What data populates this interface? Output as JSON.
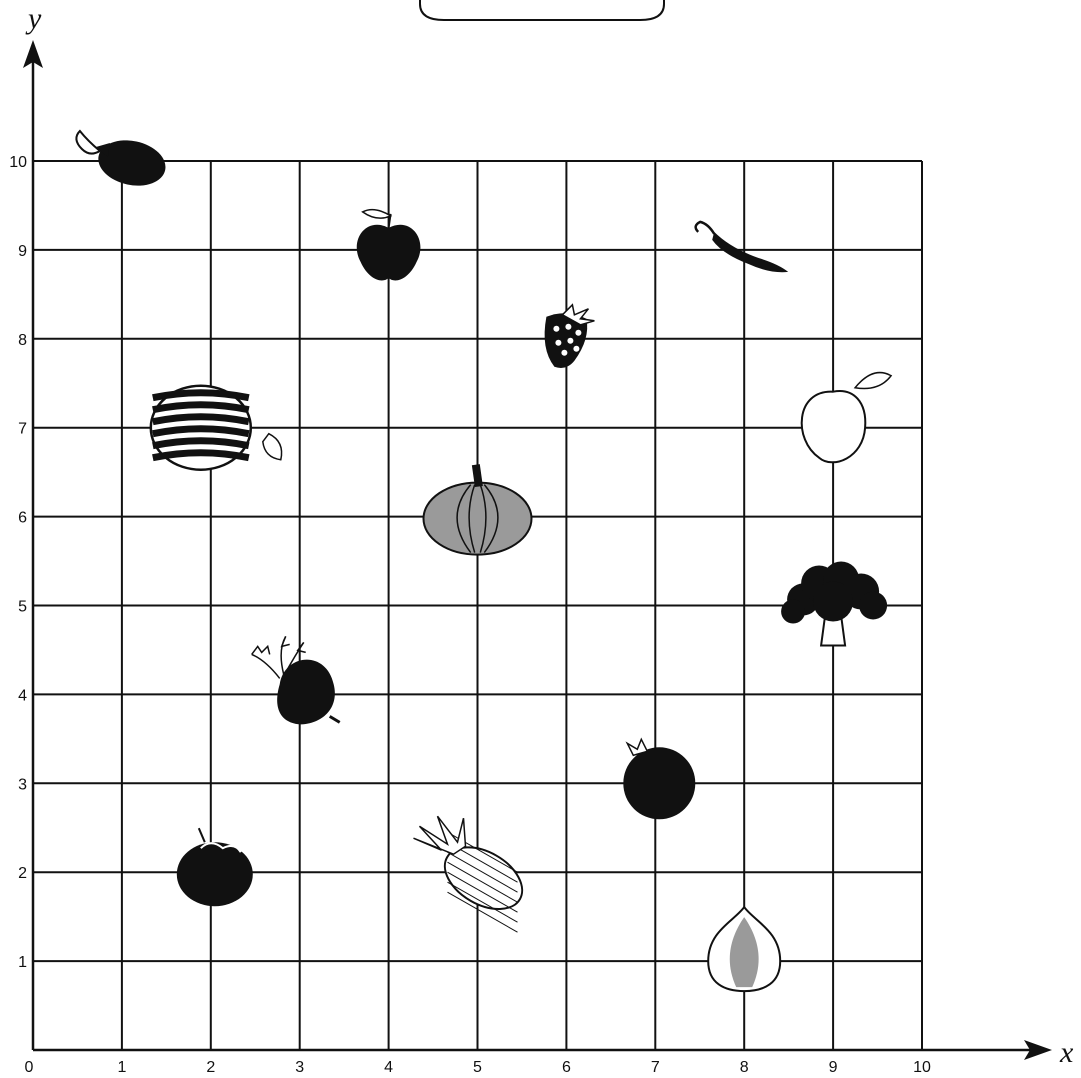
{
  "banner": {
    "text": ""
  },
  "axes": {
    "x_name": "x",
    "y_name": "y",
    "x_ticks": [
      "0",
      "1",
      "2",
      "3",
      "4",
      "5",
      "6",
      "7",
      "8",
      "9",
      "10"
    ],
    "y_ticks": [
      "1",
      "2",
      "3",
      "4",
      "5",
      "6",
      "7",
      "8",
      "9",
      "10"
    ]
  },
  "chart_data": {
    "type": "scatter",
    "title": "",
    "xlabel": "x",
    "ylabel": "y",
    "xlim": [
      0,
      10
    ],
    "ylim": [
      0,
      10
    ],
    "grid": true,
    "points": [
      {
        "item": "eggplant",
        "x": 1,
        "y": 10
      },
      {
        "item": "apple",
        "x": 4,
        "y": 9
      },
      {
        "item": "chili",
        "x": 8,
        "y": 9
      },
      {
        "item": "strawberry",
        "x": 6,
        "y": 8
      },
      {
        "item": "watermelon",
        "x": 2,
        "y": 7
      },
      {
        "item": "mango",
        "x": 9,
        "y": 7
      },
      {
        "item": "pumpkin",
        "x": 5,
        "y": 6
      },
      {
        "item": "broccoli",
        "x": 9,
        "y": 5
      },
      {
        "item": "beetroot",
        "x": 3,
        "y": 4
      },
      {
        "item": "pomegranate",
        "x": 7,
        "y": 3
      },
      {
        "item": "tomato",
        "x": 2,
        "y": 2
      },
      {
        "item": "pineapple",
        "x": 5,
        "y": 2
      },
      {
        "item": "fig",
        "x": 8,
        "y": 1
      }
    ]
  },
  "colors": {
    "ink": "#111111",
    "shade": "#9a9a9a",
    "paper": "#ffffff"
  }
}
